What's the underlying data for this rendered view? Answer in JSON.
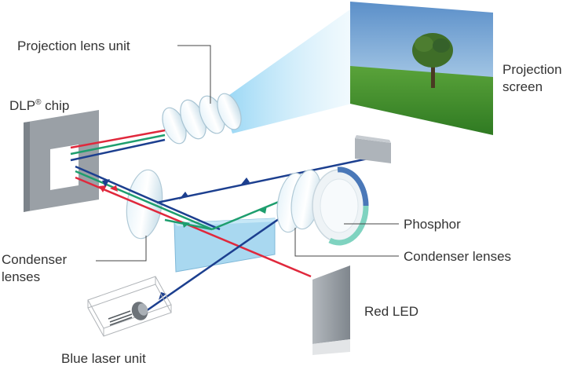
{
  "labels": {
    "projection_lens_unit": "Projection lens unit",
    "projection_screen_line1": "Projection",
    "projection_screen_line2": "screen",
    "dlp_chip": "DLP",
    "dlp_chip_mark": "®",
    "dlp_chip_suffix": " chip",
    "phosphor": "Phosphor",
    "condenser_lenses_left_line1": "Condenser",
    "condenser_lenses_left_line2": "lenses",
    "condenser_lenses_right": "Condenser lenses",
    "red_led": "Red LED",
    "blue_laser_unit": "Blue laser unit"
  },
  "colors": {
    "red_beam": "#e0283c",
    "green_beam": "#1e9e6e",
    "blue_beam": "#1c3f8f",
    "dichroic": "#a9d8f0",
    "chip_frame": "#8f959b",
    "led_body": "#8f969d",
    "sky": "#6f9fcf",
    "grass": "#3f8f2f"
  }
}
